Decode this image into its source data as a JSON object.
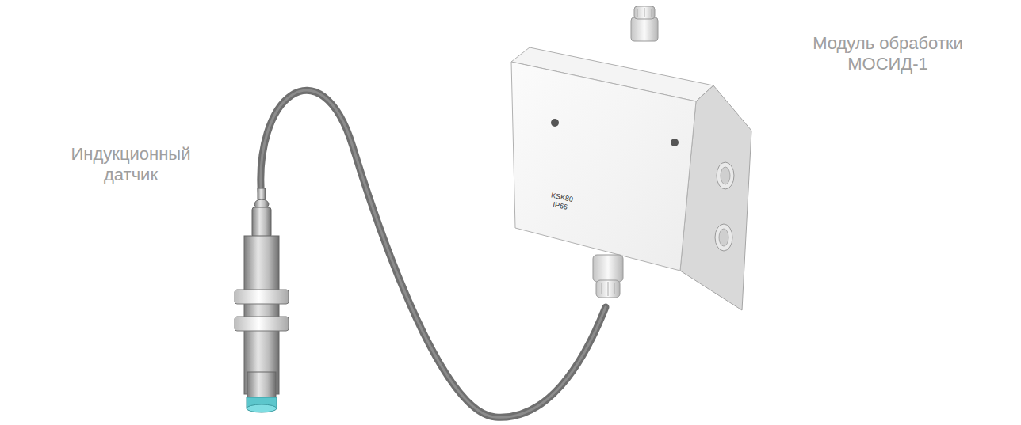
{
  "diagram": {
    "labels": [
      "Индукционный датчик",
      "Модуль обработки МОСИД-1",
      "KSK80 IP66"
    ]
  }
}
